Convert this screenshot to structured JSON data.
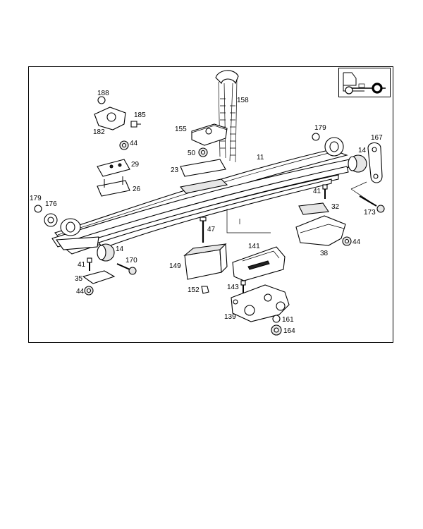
{
  "labels": {
    "l188": "188",
    "l185": "185",
    "l182": "182",
    "l44a": "44",
    "l29": "29",
    "l26": "26",
    "l158": "158",
    "l155": "155",
    "l50": "50",
    "l23": "23",
    "l11": "11",
    "l179a": "179",
    "l176": "176",
    "l179b": "179",
    "l167": "167",
    "l14a": "14",
    "l41a": "41",
    "l32": "32",
    "l173": "173",
    "l47": "47",
    "l44b": "44",
    "l38": "38",
    "l14b": "14",
    "l41b": "41",
    "l170": "170",
    "l35": "35",
    "l44c": "44",
    "l149": "149",
    "l152": "152",
    "l141": "141",
    "l143": "143",
    "l139": "139",
    "l161": "161",
    "l164": "164"
  },
  "icons": {
    "vehicle_thumbnail": "truck-rear-axle-icon"
  }
}
